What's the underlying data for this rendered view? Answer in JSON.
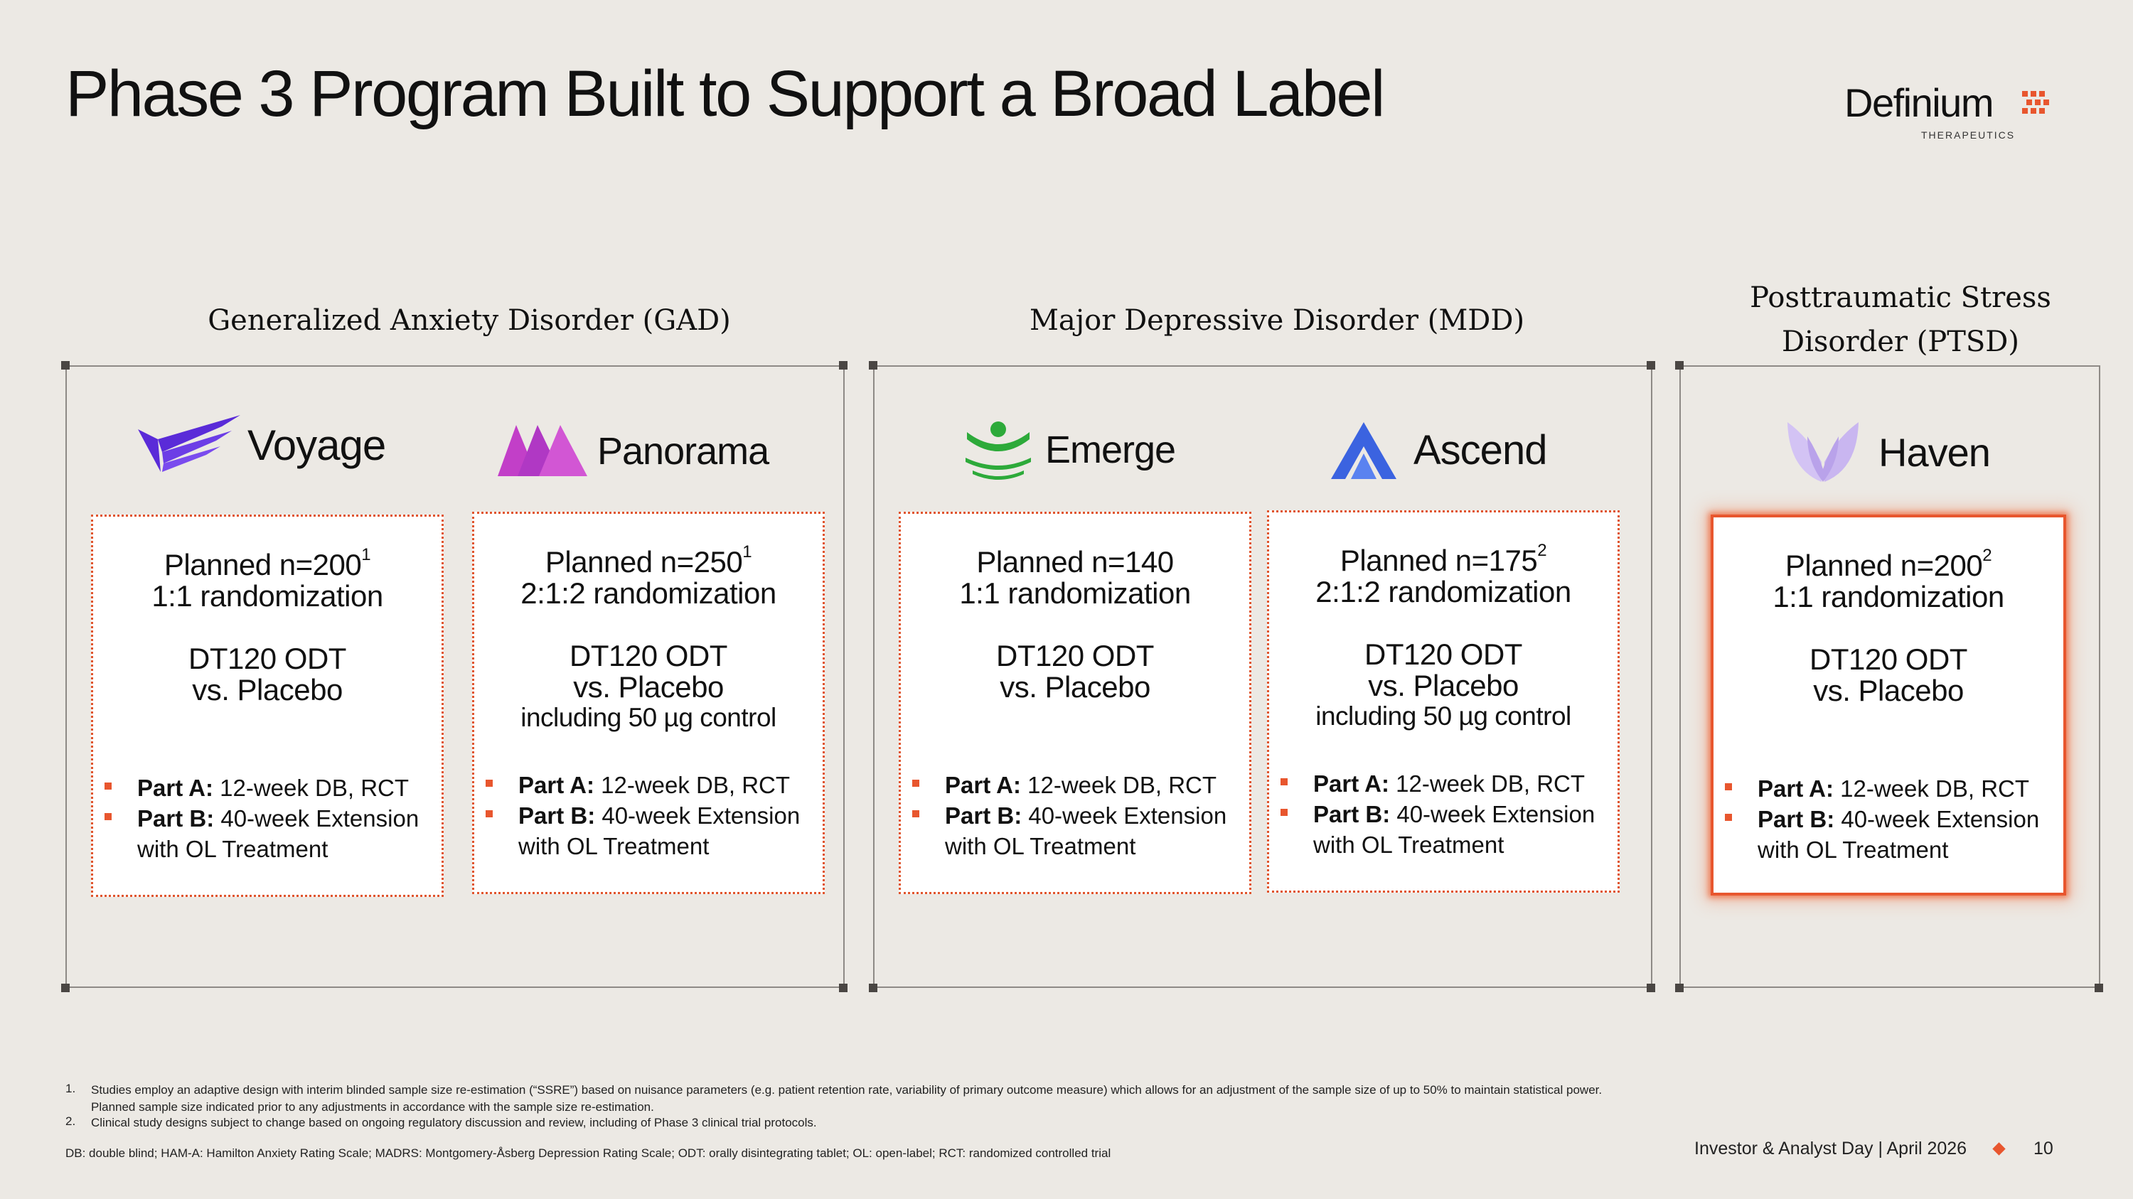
{
  "title": "Phase 3 Program Built to Support a Broad Label",
  "logo": {
    "name": "Definium",
    "sub": "THERAPEUTICS"
  },
  "groups": [
    {
      "heading": "Generalized Anxiety Disorder (GAD)"
    },
    {
      "heading": "Major Depressive Disorder (MDD)"
    },
    {
      "heading_line1": "Posttraumatic Stress",
      "heading_line2": "Disorder (PTSD)"
    }
  ],
  "trials": [
    {
      "name": "Voyage",
      "planned": "Planned n=200",
      "sup": "1",
      "randomization": "1:1 randomization",
      "drug": "DT120 ODT",
      "comparator": "vs. Placebo",
      "control": "",
      "part_a_label": "Part A:",
      "part_a": " 12-week DB, RCT",
      "part_b_label": "Part B:",
      "part_b": " 40-week Extension",
      "part_b_cont": "with OL Treatment"
    },
    {
      "name": "Panorama",
      "planned": "Planned n=250",
      "sup": "1",
      "randomization": "2:1:2 randomization",
      "drug": "DT120 ODT",
      "comparator": "vs. Placebo",
      "control": "including 50 µg control",
      "part_a_label": "Part A:",
      "part_a": " 12-week DB, RCT",
      "part_b_label": "Part B:",
      "part_b": " 40-week Extension",
      "part_b_cont": "with OL Treatment"
    },
    {
      "name": "Emerge",
      "planned": "Planned n=140",
      "sup": "",
      "randomization": "1:1 randomization",
      "drug": "DT120 ODT",
      "comparator": "vs. Placebo",
      "control": "",
      "part_a_label": "Part A:",
      "part_a": " 12-week DB, RCT",
      "part_b_label": "Part B:",
      "part_b": " 40-week Extension",
      "part_b_cont": "with OL Treatment"
    },
    {
      "name": "Ascend",
      "planned": "Planned n=175",
      "sup": "2",
      "randomization": "2:1:2 randomization",
      "drug": "DT120 ODT",
      "comparator": "vs. Placebo",
      "control": "including 50 µg control",
      "part_a_label": "Part A:",
      "part_a": " 12-week DB, RCT",
      "part_b_label": "Part B:",
      "part_b": " 40-week Extension",
      "part_b_cont": "with OL Treatment"
    },
    {
      "name": "Haven",
      "planned": "Planned n=200",
      "sup": "2",
      "randomization": "1:1 randomization",
      "drug": "DT120 ODT",
      "comparator": "vs. Placebo",
      "control": "",
      "part_a_label": "Part A:",
      "part_a": " 12-week DB, RCT",
      "part_b_label": "Part B:",
      "part_b": " 40-week Extension",
      "part_b_cont": "with OL Treatment"
    }
  ],
  "footnotes": [
    {
      "num": "1.",
      "text": "Studies employ an adaptive design with interim blinded sample size re-estimation (“SSRE”) based on nuisance parameters (e.g. patient retention rate, variability of primary outcome measure) which allows for an adjustment of the sample size of up to 50% to maintain statistical power. Planned sample size indicated prior to any adjustments in accordance with the sample size re-estimation."
    },
    {
      "num": "2.",
      "text": "Clinical study designs subject to change based on ongoing regulatory discussion and review, including of Phase 3 clinical trial protocols."
    }
  ],
  "abbreviations": "DB: double blind; HAM-A: Hamilton Anxiety Rating Scale; MADRS: Montgomery-Åsberg Depression Rating Scale; ODT: orally disintegrating tablet; OL: open-label; RCT: randomized controlled trial",
  "footer": {
    "event": "Investor & Analyst Day | April 2026",
    "page": "10"
  },
  "colors": {
    "accent": "#E8562E",
    "background": "#ECE9E4",
    "voyage": "#5A2BD8",
    "panorama": "#C23FC8",
    "emerge": "#2DAA3A",
    "ascend": "#3B63E0",
    "haven": "#C9B6F0"
  }
}
